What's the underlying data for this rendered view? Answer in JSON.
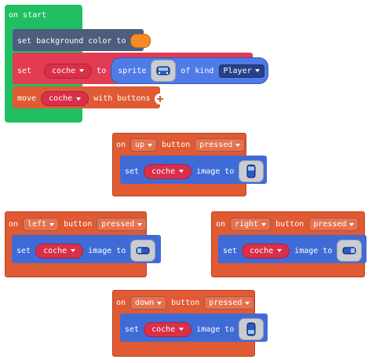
{
  "colors": {
    "start": "#1fbf62",
    "event": "#e05a33",
    "background_block": "#4c5d7d",
    "variable": "#e23b52",
    "blue": "#3f6bd7",
    "swatch": "#f58a26"
  },
  "on_start": {
    "label": "on start",
    "set_bg": {
      "label": "set background color to"
    },
    "set_sprite": {
      "set": "set",
      "var": "coche",
      "to": "to",
      "sprite": "sprite",
      "kind_label": "of kind",
      "kind": "Player"
    },
    "move": {
      "label": "move",
      "var": "coche",
      "suffix": "with buttons"
    }
  },
  "events": [
    {
      "on": "on",
      "key": "up",
      "button": "button",
      "state": "pressed",
      "set": "set",
      "var": "coche",
      "image_to": "image to",
      "icon": "car-up-icon"
    },
    {
      "on": "on",
      "key": "left",
      "button": "button",
      "state": "pressed",
      "set": "set",
      "var": "coche",
      "image_to": "image to",
      "icon": "car-left-icon"
    },
    {
      "on": "on",
      "key": "right",
      "button": "button",
      "state": "pressed",
      "set": "set",
      "var": "coche",
      "image_to": "image to",
      "icon": "car-right-icon"
    },
    {
      "on": "on",
      "key": "down",
      "button": "button",
      "state": "pressed",
      "set": "set",
      "var": "coche",
      "image_to": "image to",
      "icon": "car-down-icon"
    }
  ]
}
